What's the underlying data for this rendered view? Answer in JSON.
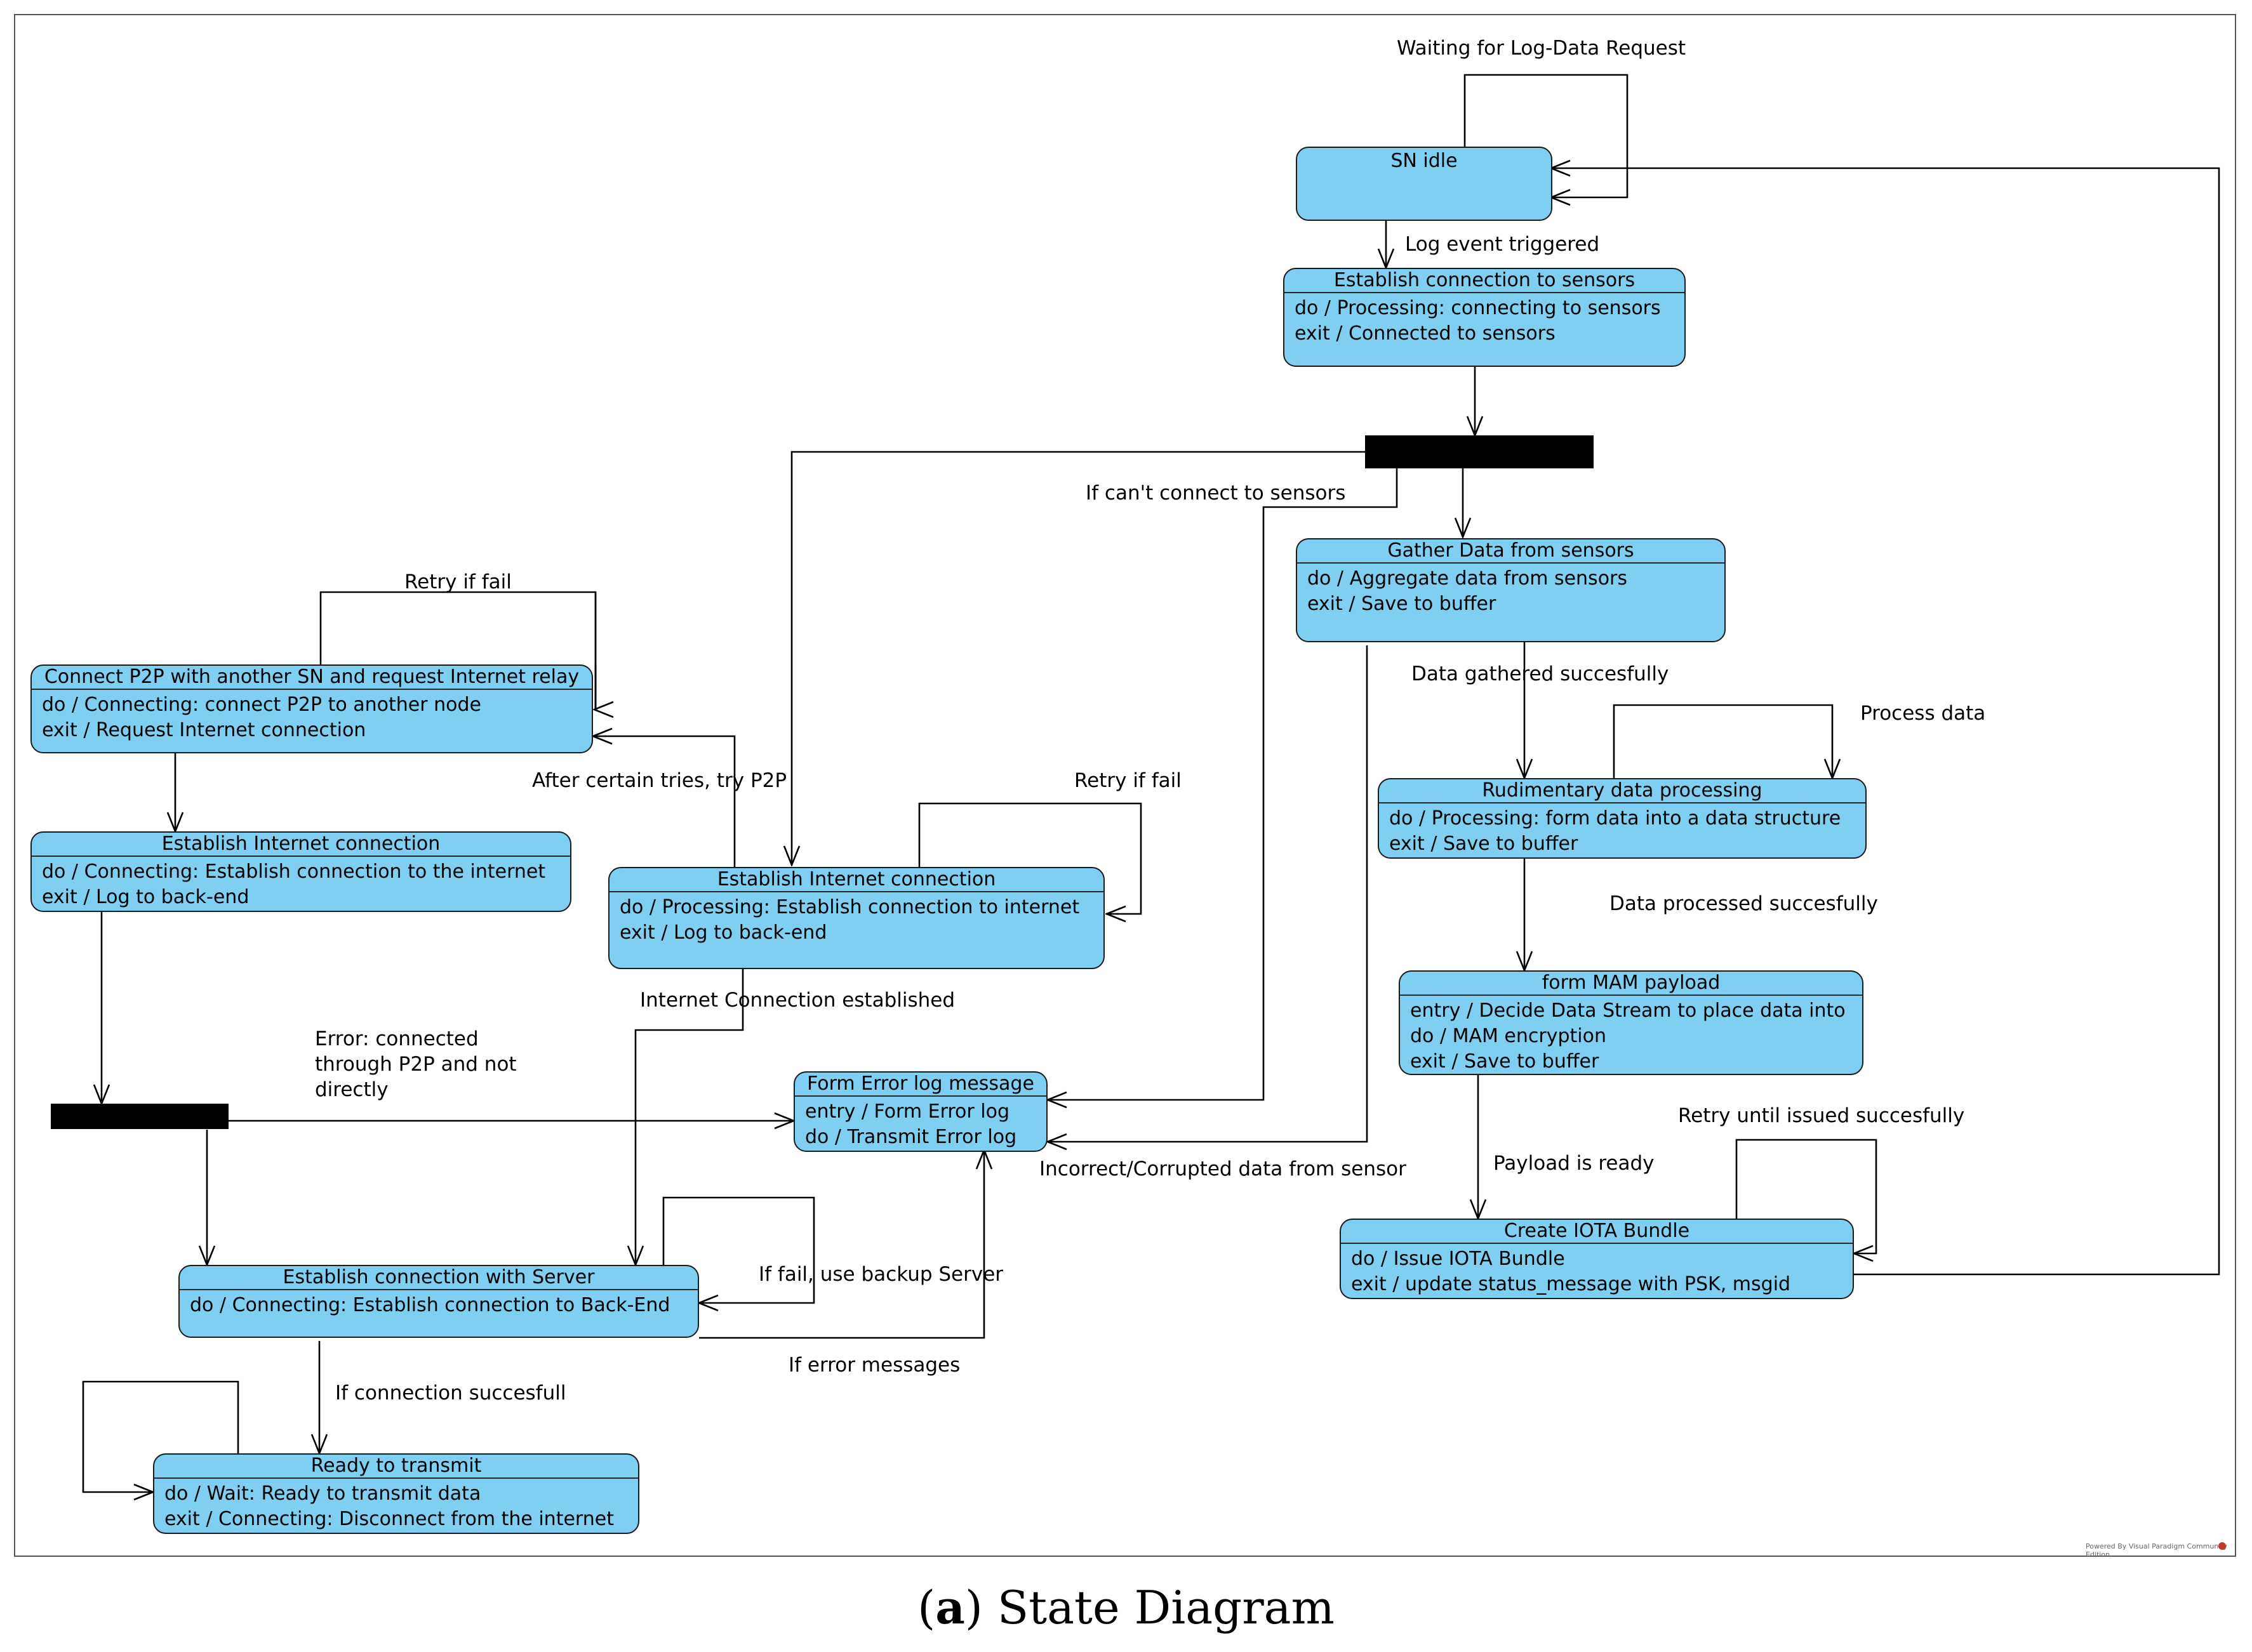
{
  "states": {
    "sn_idle": {
      "title": "SN idle",
      "actions": []
    },
    "establish_sensors": {
      "title": "Establish connection to sensors",
      "actions": [
        "do / Processing: connecting to sensors",
        "exit / Connected to sensors"
      ]
    },
    "gather_data": {
      "title": "Gather Data from sensors",
      "actions": [
        "do / Aggregate data from sensors",
        "exit / Save to buffer"
      ]
    },
    "rudimentary": {
      "title": "Rudimentary data processing",
      "actions": [
        "do / Processing: form data into a data structure",
        "exit / Save to buffer"
      ]
    },
    "mam_payload": {
      "title": "form MAM payload",
      "actions": [
        "entry / Decide Data Stream to place data into",
        "do / MAM encryption",
        "exit / Save to buffer"
      ]
    },
    "iota_bundle": {
      "title": "Create IOTA Bundle",
      "actions": [
        "do / Issue IOTA Bundle",
        "exit / update status_message with PSK, msgid"
      ]
    },
    "p2p": {
      "title": "Connect P2P with another SN and request Internet relay",
      "actions": [
        "do / Connecting: connect P2P to another node",
        "exit / Request Internet connection"
      ]
    },
    "internet_left": {
      "title": "Establish Internet connection",
      "actions": [
        "do / Connecting: Establish connection to the internet",
        "exit / Log to back-end"
      ]
    },
    "internet_mid": {
      "title": "Establish Internet connection",
      "actions": [
        "do / Processing: Establish connection to internet",
        "exit / Log to back-end"
      ]
    },
    "error_log": {
      "title": "Form Error log message",
      "actions": [
        "entry / Form Error log",
        "do / Transmit Error log"
      ]
    },
    "server": {
      "title": "Establish connection with Server",
      "actions": [
        "do / Connecting: Establish connection to Back-End"
      ]
    },
    "ready": {
      "title": "Ready to transmit",
      "actions": [
        "do / Wait: Ready to transmit data",
        "exit / Connecting: Disconnect from the internet"
      ]
    }
  },
  "transitions": {
    "waiting_log_request": "Waiting for Log-Data Request",
    "log_event_triggered": "Log event triggered",
    "cant_connect_sensors": "If can't connect to sensors",
    "data_gathered": "Data gathered succesfully",
    "process_data": "Process data",
    "data_processed": "Data processed succesfully",
    "retry_until_issued": "Retry until issued succesfully",
    "payload_ready": "Payload is ready",
    "retry_if_fail_p2p": "Retry if fail",
    "after_tries_p2p": "After certain tries, try P2P",
    "retry_if_fail_internet": "Retry if fail",
    "internet_established": "Internet Connection established",
    "error_p2p": [
      "Error: connected",
      "through P2P and not",
      "directly"
    ],
    "incorrect_data": "Incorrect/Corrupted data from sensor",
    "backup_server": "If fail, use backup Server",
    "error_messages": "If error messages",
    "connection_success": "If connection succesfull"
  },
  "caption": {
    "letter": "a",
    "text": "State Diagram"
  },
  "watermark": "Powered By Visual Paradigm Community Edition"
}
